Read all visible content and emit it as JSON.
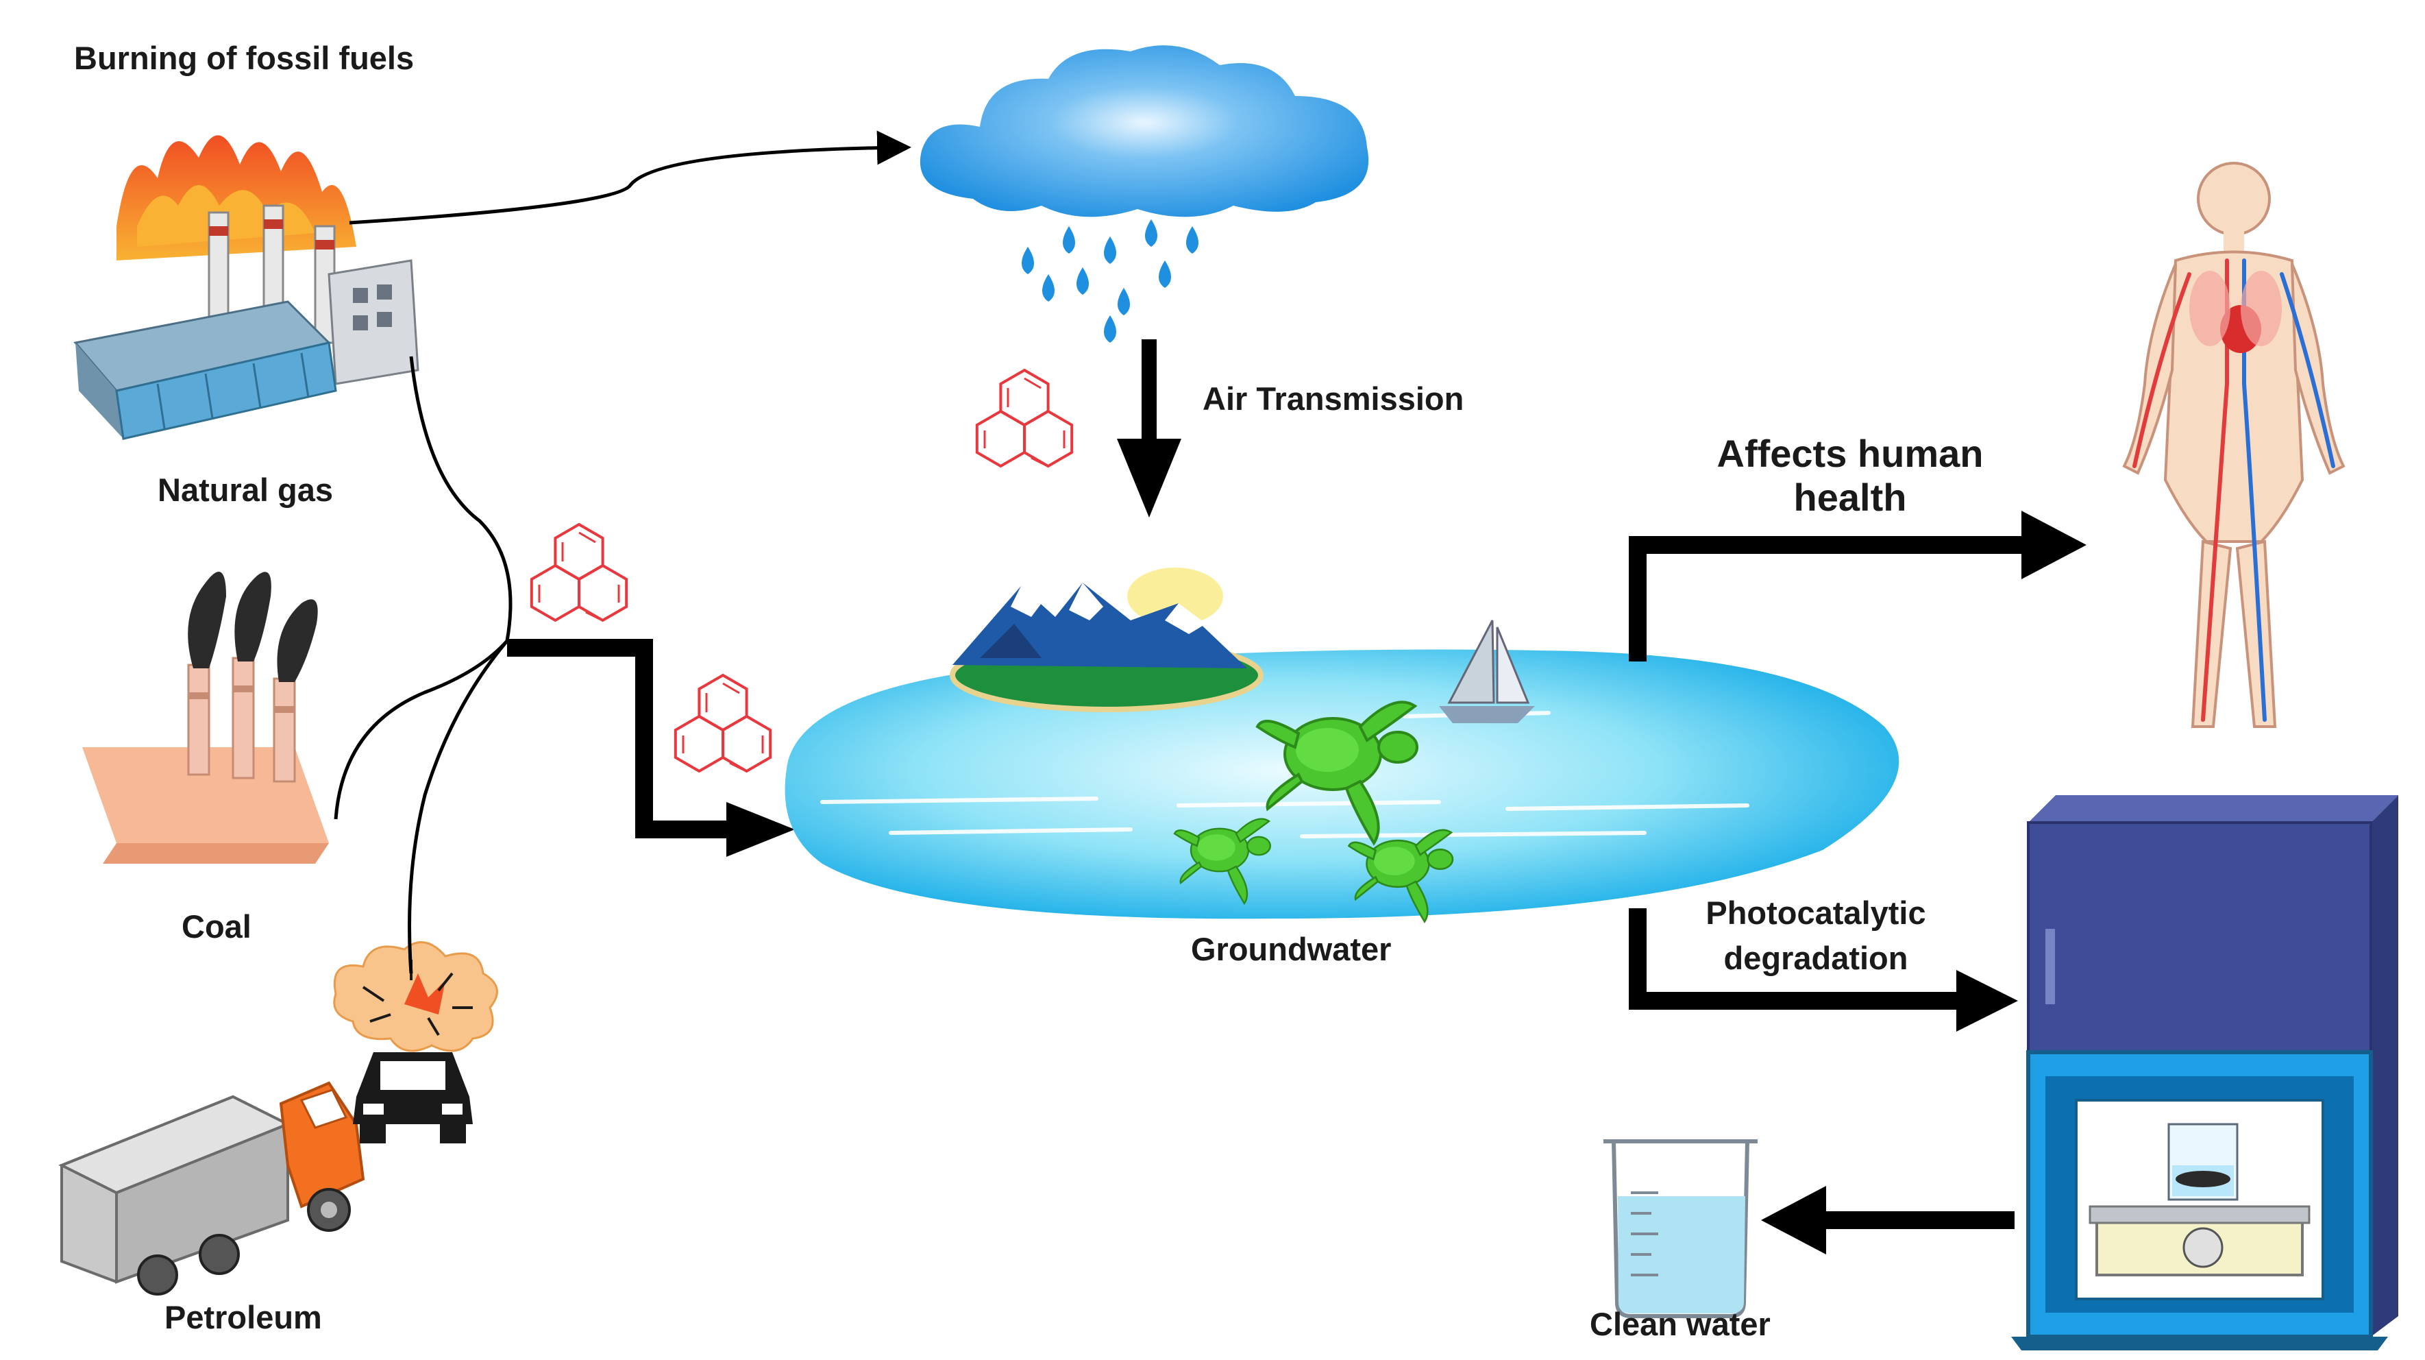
{
  "labels": {
    "title": "Burning of fossil fuels",
    "natural_gas": "Natural gas",
    "coal": "Coal",
    "petroleum": "Petroleum",
    "air_transmission": "Air Transmission",
    "groundwater": "Groundwater",
    "affects_line1": "Affects human",
    "affects_line2": "health",
    "photo_line1": "Photocatalytic",
    "photo_line2": "degradation",
    "clean_water": "Clean water"
  },
  "icons": {
    "factory": "factory-icon",
    "chimneys": "coal-chimney-icon",
    "truck": "fuel-truck-icon",
    "car": "car-icon",
    "explosion": "explosion-icon",
    "cloud": "rain-cloud-icon",
    "island": "island-icon",
    "sun": "sun-icon",
    "sailboat": "sailboat-icon",
    "turtle": "sea-turtle-icon",
    "pah": "pah-molecule-icon",
    "human": "human-anatomy-icon",
    "reactor": "photoreactor-icon",
    "beaker": "beaker-icon"
  },
  "colors": {
    "arrow": "#000000",
    "molecule": "#e8383d",
    "water_light": "#bff0fb",
    "water_dark": "#1aaee8",
    "cloud": "#1f8fe0",
    "fire": "#f37021",
    "reactor_body": "#3f4d99",
    "reactor_window": "#1f9fe6"
  }
}
